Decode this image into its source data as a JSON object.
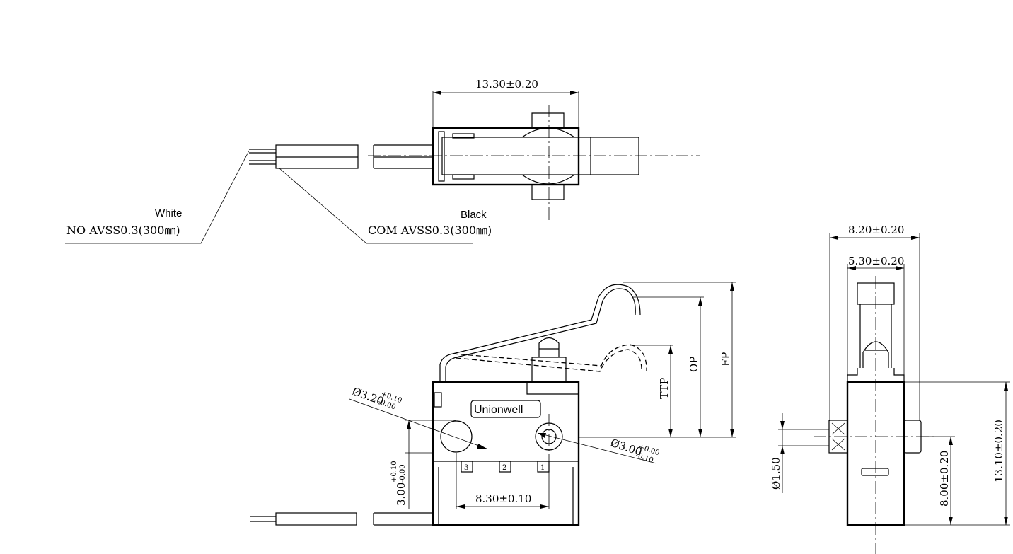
{
  "top_view": {
    "width_dim": "13.30±0.20",
    "wire_white_color": "White",
    "wire_white_spec": "NO AVSS0.3(300㎜)",
    "wire_black_color": "Black",
    "wire_black_spec": "COM AVSS0.3(300㎜)"
  },
  "front_view": {
    "brand": "Unionwell",
    "hole_left_dia": "Ø3.20",
    "hole_left_tol_plus": "+0.10",
    "hole_left_tol_minus": "-0.00",
    "hole_right_dia": "Ø3.00",
    "hole_right_tol_plus": "+0.00",
    "hole_right_tol_minus": "-0.10",
    "hole_height_dim": "3.00",
    "hole_height_tol_plus": "+0.10",
    "hole_height_tol_minus": "-0.00",
    "hole_spacing_dim": "8.30±0.10",
    "ttp_label": "TTP",
    "op_label": "OP",
    "fp_label": "FP",
    "terminal_3": "3",
    "terminal_2": "2",
    "terminal_1": "1"
  },
  "side_view": {
    "width_dim": "8.20±0.20",
    "plunger_dim": "5.30±0.20",
    "pin_dia_dim": "Ø1.50",
    "body_lower_dim": "8.00±0.20",
    "body_height_dim": "13.10±0.20"
  }
}
